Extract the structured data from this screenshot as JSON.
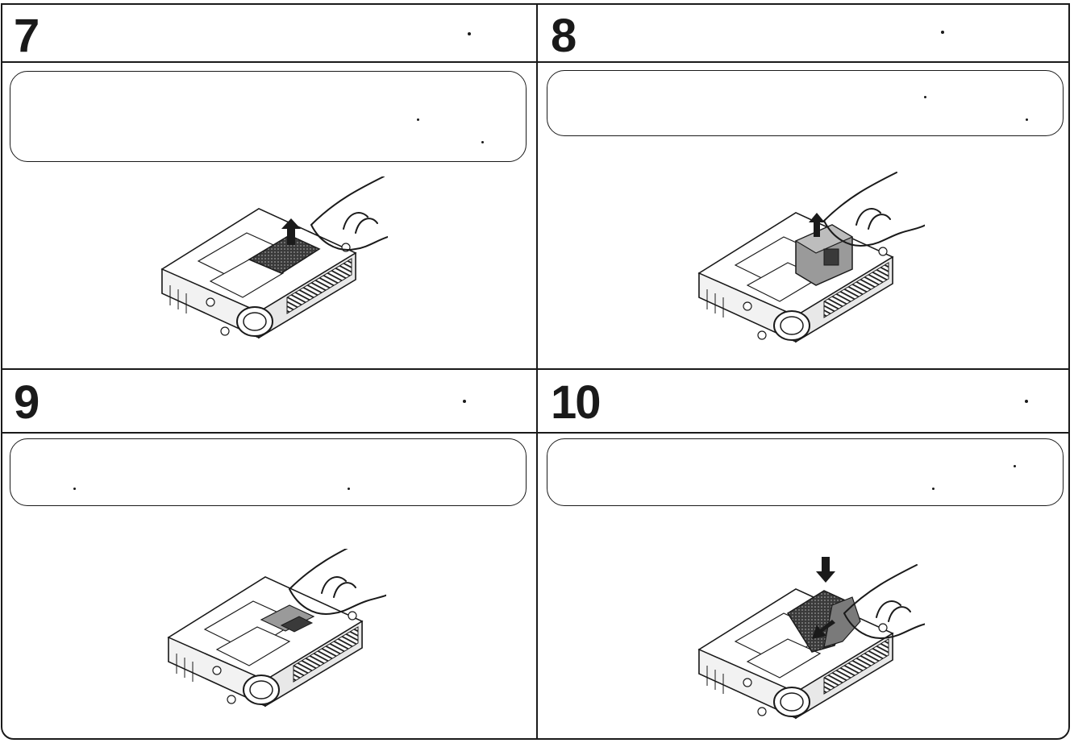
{
  "steps": [
    {
      "number": "7",
      "illustration": "projector-lamp-cover-lift-illustration"
    },
    {
      "number": "8",
      "illustration": "projector-lamp-unit-removal-illustration"
    },
    {
      "number": "9",
      "illustration": "projector-lamp-insertion-illustration"
    },
    {
      "number": "10",
      "illustration": "projector-lamp-cover-replace-illustration"
    }
  ],
  "colors": {
    "line": "#1a1a1a",
    "background": "#ffffff",
    "shade": "#7a7a7a",
    "dark": "#3a3a3a"
  }
}
